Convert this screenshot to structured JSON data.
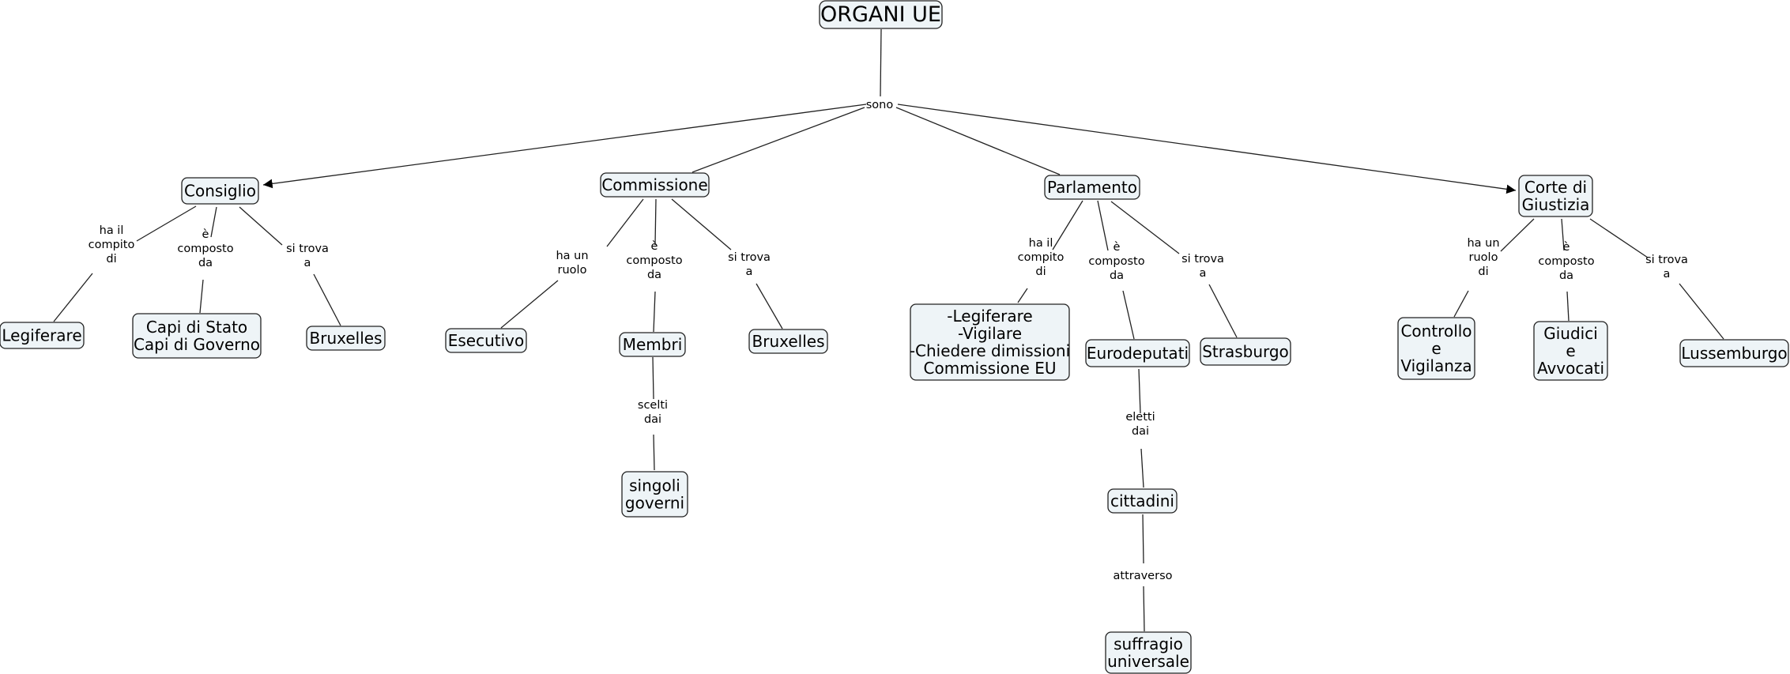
{
  "diagram": {
    "title": "ORGANI UE",
    "nodes": {
      "root": "ORGANI UE",
      "consiglio": "Consiglio",
      "commissione": "Commissione",
      "parlamento": "Parlamento",
      "corte": "Corte di\nGiustizia",
      "legiferare": "Legiferare",
      "capi": "Capi di Stato\nCapi di Governo",
      "bruxelles1": "Bruxelles",
      "esecutivo": "Esecutivo",
      "membri": "Membri",
      "bruxelles2": "Bruxelles",
      "singoli": "singoli\ngoverni",
      "compiti_parl": "-Legiferare\n-Vigilare\n-Chiedere dimissioni\nCommissione EU",
      "eurodeputati": "Eurodeputati",
      "strasburgo": "Strasburgo",
      "cittadini": "cittadini",
      "suffragio": "suffragio\nuniversale",
      "controllo": "Controllo\ne\nVigilanza",
      "giudici": "Giudici\ne\nAvvocati",
      "lussemburgo": "Lussemburgo"
    },
    "links": {
      "sono": "sono",
      "cons_compito": "ha il\ncompito\ndi",
      "cons_composto": "è\ncomposto\nda",
      "cons_trova": "si trova\na",
      "comm_ruolo": "ha un\nruolo",
      "comm_composto": "è\ncomposto\nda",
      "comm_trova": "si trova\na",
      "membri_scelti": "scelti\ndai",
      "parl_compito": "ha il\ncompito\ndi",
      "parl_composto": "è\ncomposto\nda",
      "parl_trova": "si trova\na",
      "euro_eletti": "eletti\ndai",
      "citt_attraverso": "attraverso",
      "corte_ruolo": "ha un\nruolo\ndi",
      "corte_composto": "è\ncomposto\nda",
      "corte_trova": "si trova\na"
    }
  }
}
